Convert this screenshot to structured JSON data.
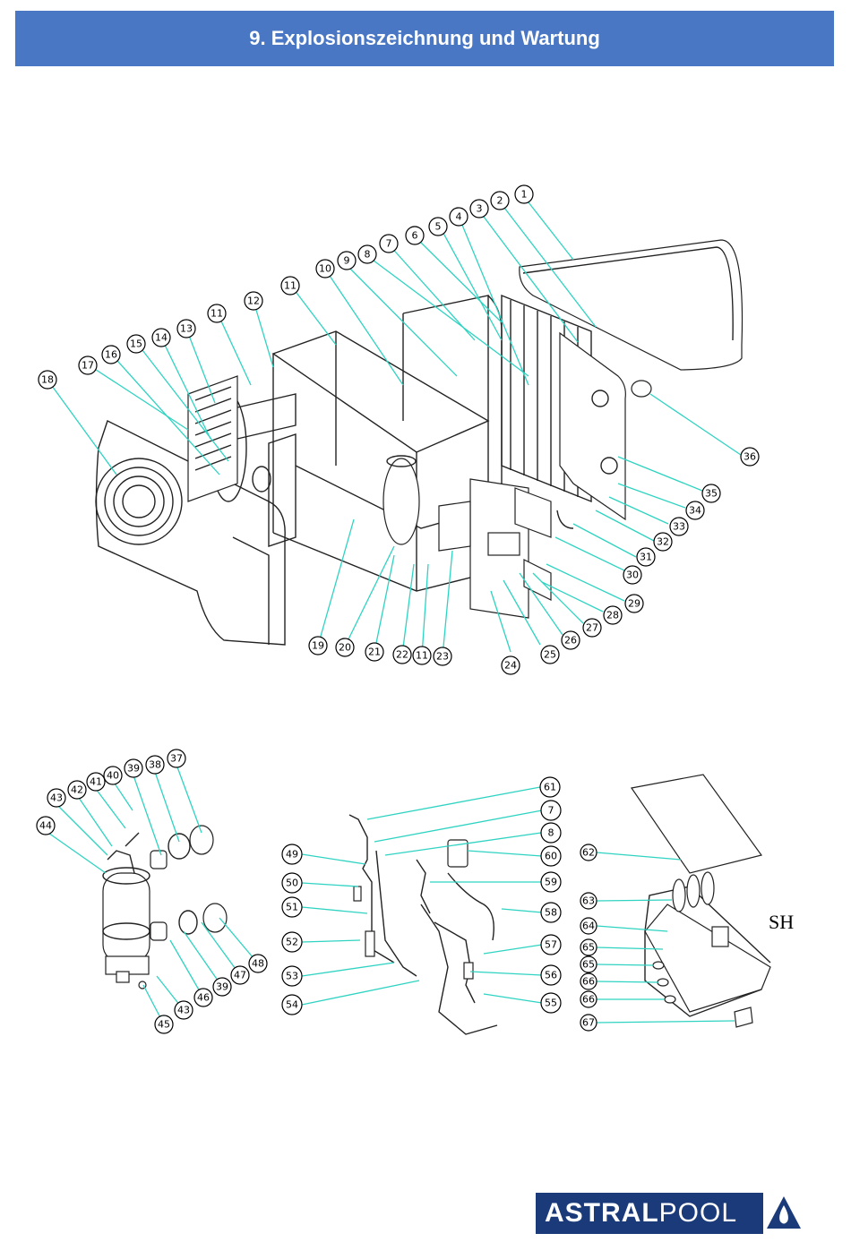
{
  "header": {
    "title": "9. Explosionszeichnung und Wartung"
  },
  "figure_main": {
    "callouts": [
      "1",
      "2",
      "3",
      "4",
      "5",
      "6",
      "7",
      "8",
      "9",
      "10",
      "11",
      "12",
      "11",
      "13",
      "14",
      "15",
      "16",
      "17",
      "18",
      "19",
      "20",
      "21",
      "22",
      "11",
      "23",
      "24",
      "25",
      "26",
      "27",
      "28",
      "29",
      "30",
      "31",
      "32",
      "33",
      "34",
      "35",
      "36"
    ]
  },
  "figure_heat_exchanger": {
    "callouts": [
      "37",
      "38",
      "39",
      "40",
      "41",
      "42",
      "43",
      "44",
      "45",
      "43",
      "46",
      "39",
      "47",
      "48"
    ]
  },
  "figure_refrigerant_pipes": {
    "callouts": [
      "61",
      "7",
      "8",
      "60",
      "59",
      "58",
      "57",
      "56",
      "55",
      "49",
      "50",
      "51",
      "52",
      "53",
      "54"
    ]
  },
  "figure_electrical_box": {
    "callouts": [
      "62",
      "63",
      "64",
      "65",
      "65",
      "66",
      "66",
      "67"
    ],
    "label": "SH"
  },
  "brand": {
    "logo_astral": "ASTRAL",
    "logo_pool": "POOL"
  }
}
